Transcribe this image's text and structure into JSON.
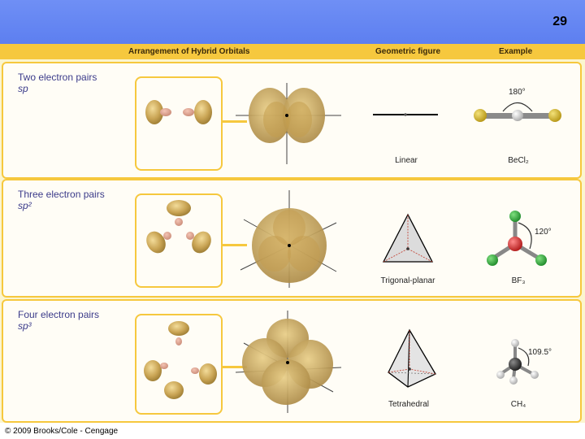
{
  "slide_number": "29",
  "headers": {
    "arrangement": "Arrangement of Hybrid Orbitals",
    "geometric": "Geometric figure",
    "example": "Example"
  },
  "rows": [
    {
      "title": "Two electron pairs",
      "hybrid": "sp",
      "geometry": "Linear",
      "example": "BeCl₂",
      "angle": "180°"
    },
    {
      "title": "Three electron pairs",
      "hybrid": "sp²",
      "geometry": "Trigonal-planar",
      "example": "BF₃",
      "angle": "120°"
    },
    {
      "title": "Four electron pairs",
      "hybrid": "sp³",
      "geometry": "Tetrahedral",
      "example": "CH₄",
      "angle": "109.5°"
    }
  ],
  "colors": {
    "band": "#5d7ff0",
    "frame": "#f6c83e",
    "panel": "#fbf5cf",
    "lobe": "#c9a454",
    "title_text": "#3b3b8a"
  },
  "copyright": "© 2009 Brooks/Cole - Cengage"
}
